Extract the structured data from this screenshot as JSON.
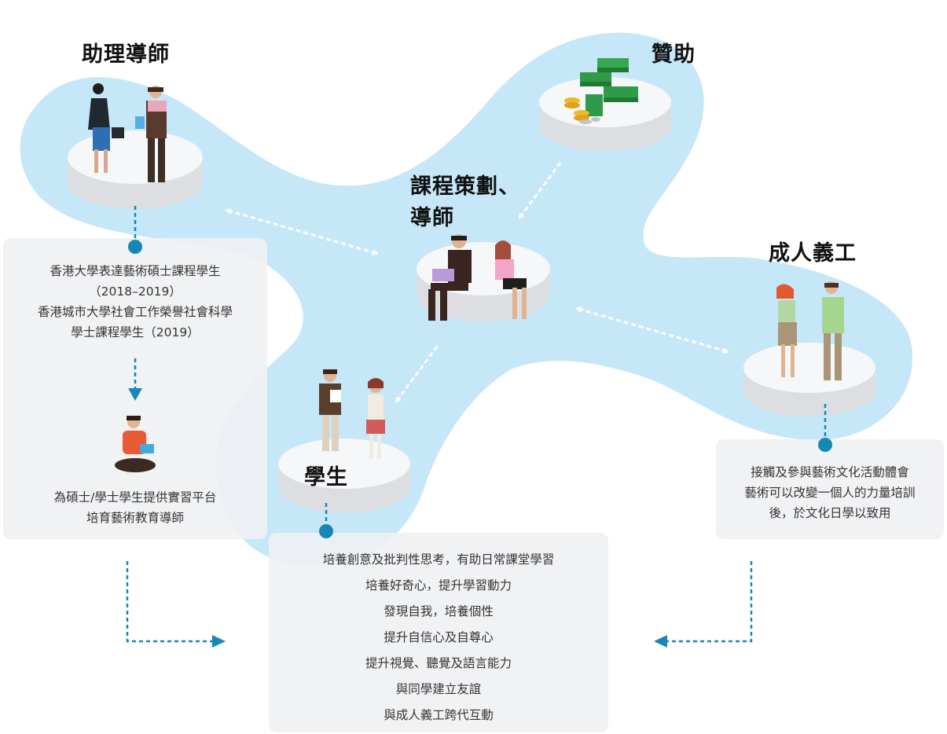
{
  "colors": {
    "blob": "#c6e7f7",
    "accent": "#1787b5",
    "arrow_white": "#ffffff",
    "box": "#eff0f2"
  },
  "nodes": {
    "tutor": {
      "title": "助理導師"
    },
    "sponsor": {
      "title": "贊助"
    },
    "planning": {
      "title_line1": "課程策劃、",
      "title_line2": "導師"
    },
    "volunteer": {
      "title": "成人義工"
    },
    "student": {
      "title": "學生"
    }
  },
  "tutor_box": {
    "lines": [
      "香港大學表達藝術碩士課程學生",
      "（2018–2019）",
      "香港城市大學社會工作榮譽社會科學",
      "學士課程學生（2019）"
    ],
    "bottom_lines": [
      "為碩士/學士學生提供實習平台",
      "培育藝術教育導師"
    ]
  },
  "volunteer_box": {
    "lines": [
      "接觸及參與藝術文化活動體會",
      "藝術可以改變一個人的力量培訓",
      "後，於文化日學以致用"
    ]
  },
  "student_box": {
    "lines": [
      "培養創意及批判性思考，有助日常課堂學習",
      "培養好奇心，提升學習動力",
      "發現自我，培養個性",
      "提升自信心及自尊心",
      "提升視覺、聽覺及語言能力",
      "與同學建立友誼",
      "與成人義工跨代互動"
    ]
  }
}
